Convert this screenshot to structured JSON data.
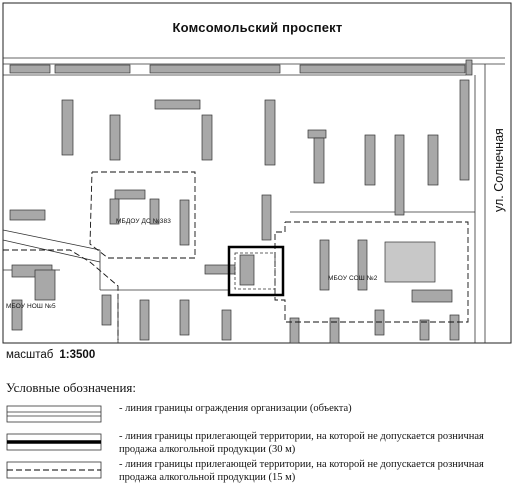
{
  "map": {
    "streets": {
      "top": "Комсомольский проспект",
      "side": "ул. Солнечная"
    },
    "objects": {
      "kindergarten": "МБДОУ ДС №383",
      "school_2": "МБОУ СОШ №2",
      "school_5": "МБОУ НОШ №5"
    },
    "colors": {
      "buildings": "#9a9a9a",
      "lines": "#111111",
      "background": "#ffffff"
    }
  },
  "scale": {
    "label": "масштаб",
    "value": "1:3500"
  },
  "legend": {
    "title": "Условные обозначения:",
    "items": [
      {
        "symbol": "double-line",
        "text": "- линия границы ограждения организации (объекта)"
      },
      {
        "symbol": "thick-line",
        "text": "- линия границы прилегающей территории, на которой не допускается розничная продажа алкогольной продукции (30 м)"
      },
      {
        "symbol": "dashed-line",
        "text": "- линия границы прилегающей территории, на которой не допускается розничная продажа алкогольной продукции (15 м)"
      }
    ]
  }
}
